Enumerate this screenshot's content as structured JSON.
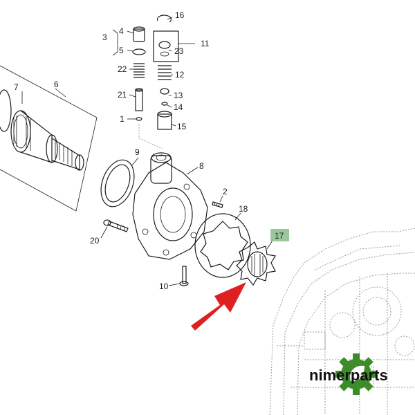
{
  "diagram": {
    "callouts": {
      "c1": "1",
      "c2": "2",
      "c3": "3",
      "c4": "4",
      "c5": "5",
      "c6": "6",
      "c7": "7",
      "c8": "8",
      "c9": "9",
      "c10": "10",
      "c11": "11",
      "c12": "12",
      "c13": "13",
      "c14": "14",
      "c15": "15",
      "c16": "16",
      "c17": "17",
      "c18": "18",
      "c20": "20",
      "c21": "21",
      "c22": "22",
      "c23": "23"
    },
    "highlight": {
      "label": "17",
      "color": "#9bc89b"
    },
    "arrow_color": "#e02020"
  },
  "brand": {
    "name": "nimerparts",
    "gear_color": "#3d8c2a",
    "leaf_color": "#ffffff"
  }
}
